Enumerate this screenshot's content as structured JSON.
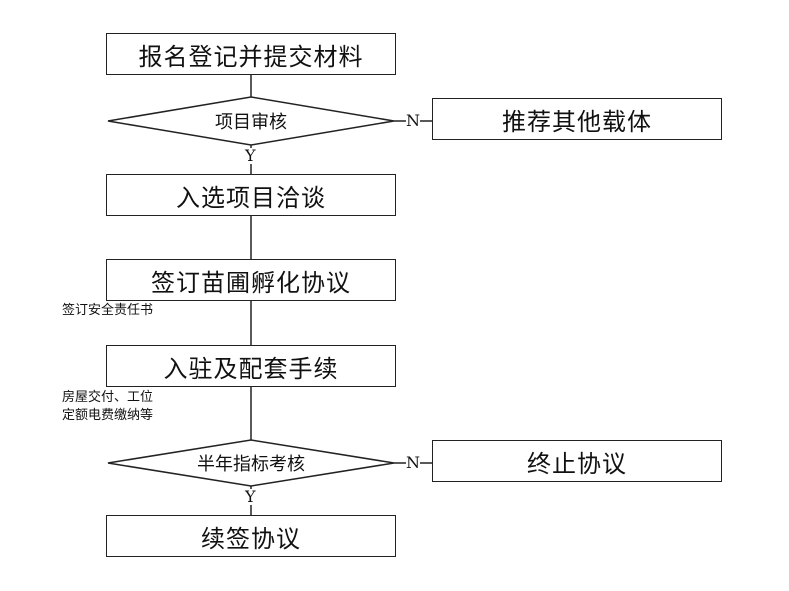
{
  "nodes": {
    "register": "报名登记并提交材料",
    "review": "项目审核",
    "other_carrier": "推荐其他载体",
    "selected": "入选项目洽谈",
    "sign_agreement": "签订苗圃孵化协议",
    "move_in": "入驻及配套手续",
    "half_year_review": "半年指标考核",
    "terminate": "终止协议",
    "renew": "续签协议"
  },
  "notes": {
    "safety": "签订安全责任书",
    "handover_line1": "房屋交付、工位",
    "handover_line2": "定额电费缴纳等"
  },
  "branch_labels": {
    "no1": "N",
    "yes1": "Y",
    "no2": "N",
    "yes2": "Y"
  }
}
